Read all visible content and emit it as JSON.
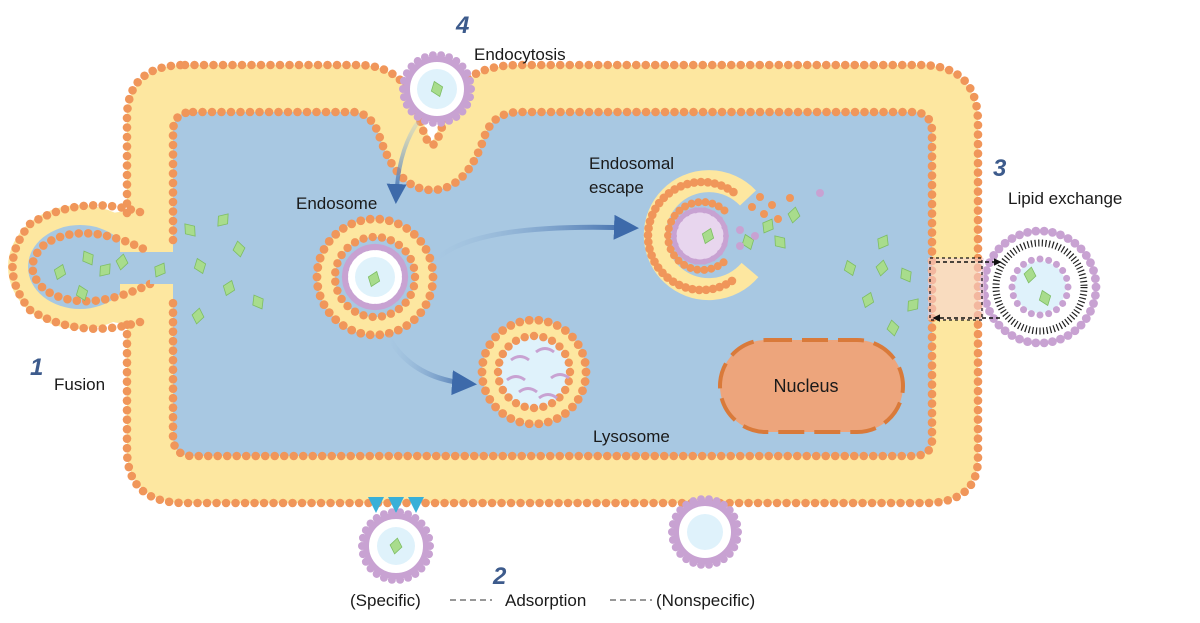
{
  "labels": {
    "endocytosis": "Endocytosis",
    "endosome": "Endosome",
    "endosomal_escape_line1": "Endosomal",
    "endosomal_escape_line2": "escape",
    "lipid_exchange": "Lipid exchange",
    "fusion": "Fusion",
    "lysosome": "Lysosome",
    "nucleus": "Nucleus",
    "specific": "(Specific)",
    "adsorption": "Adsorption",
    "nonspecific": "(Nonspecific)"
  },
  "numbers": {
    "fusion": "1",
    "adsorption": "2",
    "lipid_exchange": "3",
    "endocytosis": "4"
  },
  "colors": {
    "cytoplasm": "#a8c8e2",
    "membrane_fill": "#fde7a0",
    "membrane_head": "#f0965a",
    "lipid_head": "#c8a2d2",
    "lumen": "#dff2fb",
    "cargo": "#a8dc8c",
    "nucleus": "#eda57c",
    "nucleus_border": "#d97a3a",
    "number": "#3d5b8c",
    "arrow": "#3d6aaa",
    "receptor": "#38b0d8"
  }
}
